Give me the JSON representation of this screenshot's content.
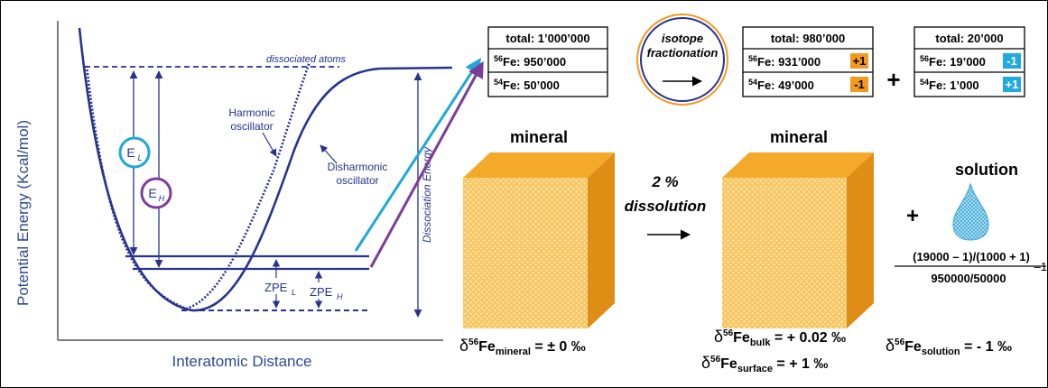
{
  "left_plot": {
    "y_axis_label": "Potential Energy (Kcal/mol)",
    "x_axis_label": "Interatomic Distance",
    "dissociated_atoms": "dissociated atoms",
    "harmonic_1": "Harmonic",
    "harmonic_2": "oscillator",
    "disharmonic_1": "Disharmonic",
    "disharmonic_2": "oscillator",
    "dissociation_energy": "Dissociation Energy",
    "el_main": "E",
    "el_sub": "L",
    "eh_main": "E",
    "eh_sub": "H",
    "zpel_main": "ZPE",
    "zpel_sub": "L",
    "zpeh_main": "ZPE",
    "zpeh_sub": "H"
  },
  "box_initial": {
    "total": "total: 1’000’000",
    "fe56_sup": "56",
    "fe56_label": "Fe:  950’000",
    "fe54_sup": "54",
    "fe54_label": "Fe:  50’000"
  },
  "fractionation": {
    "line1": "isotope",
    "line2": "fractionation"
  },
  "box_mineral": {
    "total": "total: 980’000",
    "fe56_sup": "56",
    "fe56_label": "Fe: 931’000",
    "fe56_badge": "+1",
    "fe54_sup": "54",
    "fe54_label": "Fe:  49’000",
    "fe54_badge": "-1"
  },
  "box_solution": {
    "total": "total: 20’000",
    "fe56_sup": "56",
    "fe56_label": "Fe:  19’000",
    "fe56_badge": "-1",
    "fe54_sup": "54",
    "fe54_label": "Fe:   1’000",
    "fe54_badge": "+1"
  },
  "plus": "+",
  "mineral_label_1": "mineral",
  "mineral_label_2": "mineral",
  "dissolution_pct": "2 %",
  "dissolution_word": "dissolution",
  "solution_label": "solution",
  "formula_numerator": "(19000 – 1)/(1000 + 1)",
  "formula_denominator": "950000/50000",
  "formula_tail": "–1",
  "delta_mineral": {
    "delta": "δ",
    "sup": "56",
    "fe": "Fe",
    "sub": "mineral",
    "value": " = ± 0 ‰"
  },
  "delta_bulk": {
    "delta": "δ",
    "sup": "56",
    "fe": "Fe",
    "sub": "bulk",
    "value": " = + 0.02 ‰"
  },
  "delta_surface": {
    "delta": "δ",
    "sup": "56",
    "fe": "Fe",
    "sub": "surface",
    "value": " = + 1 ‰"
  },
  "delta_solution": {
    "delta": "δ",
    "sup": "56",
    "fe": "Fe",
    "sub": "solution",
    "value": " = - 1 ‰"
  },
  "colors": {
    "curve": "#27338f",
    "cyan": "#1fa8d9",
    "purple": "#7d3c98",
    "orange_badge": "#f29a1e",
    "blue_badge": "#23a9e1",
    "cube_front": "#f6c05a",
    "cube_side": "#d9861a",
    "drop": "#3aa6d8"
  }
}
